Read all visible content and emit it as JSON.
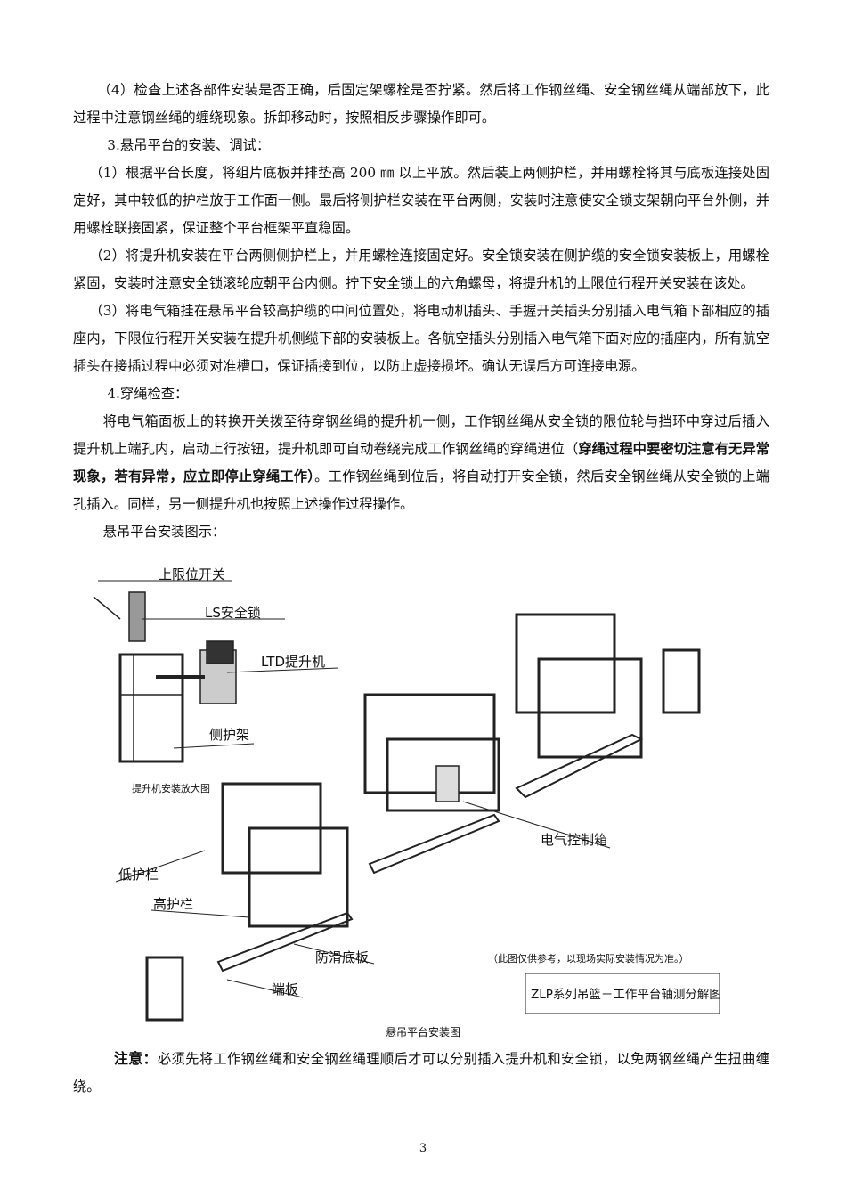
{
  "paragraphs": [
    "（4）检查上述各部件安装是否正确，后固定架螺栓是否拧紧。然后将工作钢丝绳、安全钢丝绳从端部放下，此过程中注意钢丝绳的缠绕现象。拆卸移动时，按照相反步骤操作即可。",
    "3.悬吊平台的安装、调试：",
    "（1）根据平台长度，将组片底板并排垫高 200 ㎜ 以上平放。然后装上两侧护栏，并用螺栓将其与底板连接处固定好，其中较低的护栏放于工作面一侧。最后将侧护栏安装在平台两侧，安装时注意使安全锁支架朝向平台外侧，并用螺栓联接固紧，保证整个平台框架平直稳固。",
    "（2）将提升机安装在平台两侧侧护栏上，并用螺栓连接固定好。安全锁安装在侧护缆的安全锁安装板上，用螺栓紧固，安装时注意安全锁滚轮应朝平台内侧。拧下安全锁上的六角螺母，将提升机的上限位行程开关安装在该处。",
    "（3）将电气箱挂在悬吊平台较高护缆的中间位置处，将电动机插头、手握开关插头分别插入电气箱下部相应的插座内，下限位行程开关安装在提升机侧缆下部的安装板上。各航空插头分别插入电气箱下面对应的插座内，所有航空插头在接插过程中必须对准槽口，保证插接到位，以防止虚接损坏。确认无误后方可连接电源。",
    "4.穿绳检查："
  ],
  "threading": {
    "text_a": "将电气箱面板上的转换开关拨至待穿钢丝绳的提升机一侧，工作钢丝绳从安全锁的限位轮与挡环中穿过后插入提升机上端孔内，启动上行按钮，提升机即可自动卷绕完成工作钢丝绳的穿绳进位（",
    "text_bold": "穿绳过程中要密切注意有无异常现象，若有异常，应立即停止穿绳工作）",
    "text_b": "。工作钢丝绳到位后，将自动打开安全锁，然后安全钢丝绳从安全锁的上端孔插入。同样，另一侧提升机也按照上述操作过程操作。"
  },
  "figure_intro": "悬吊平台安装图示：",
  "figure": {
    "labels": {
      "upper_limit": "上限位开关",
      "ls_lock": "LS安全锁",
      "ltd_hoist": "LTD提升机",
      "side_frame": "侧护架",
      "hoist_detail": "提升机安装放大图",
      "control_box": "电气控制箱",
      "low_rail": "低护栏",
      "high_rail": "高护栏",
      "floor": "防滑底板",
      "end_plate": "端板"
    },
    "disclaimer": "（此图仅供参考，以现场实际安装情况为准。）",
    "title": "ZLP系列吊篮－工作平台轴测分解图"
  },
  "caption": "悬吊平台安装图",
  "note": {
    "label": "注意：",
    "text": "必须先将工作钢丝绳和安全钢丝绳理顺后才可以分别插入提升机和安全锁，以免两钢丝绳产生扭曲缠绕。"
  },
  "page_number": "3"
}
